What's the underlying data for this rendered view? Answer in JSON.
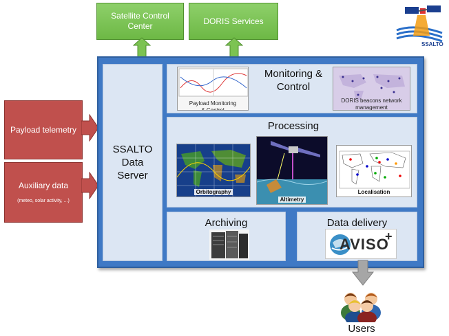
{
  "logo": {
    "text": "SSALTO"
  },
  "top_boxes": {
    "satellite_control": "Satellite Control Center",
    "doris_services": "DORIS Services"
  },
  "inputs": {
    "payload_telemetry": "Payload telemetry",
    "auxiliary_data": "Auxiliary data",
    "auxiliary_details": "(meteo, solar activity, ...)"
  },
  "data_server": {
    "label": "SSALTO Data Server"
  },
  "monitoring": {
    "title": "Monitoring & Control",
    "payload_caption": "Payload Monitoring & Control",
    "doris_caption": "DORIS beacons network management"
  },
  "processing": {
    "title": "Processing",
    "orbitography": "Orbitography",
    "altimetry": "Altimetry",
    "localisation": "Localisation"
  },
  "archiving": {
    "title": "Archiving"
  },
  "data_delivery": {
    "title": "Data delivery",
    "aviso_logo": "AVISO",
    "aviso_plus": "+"
  },
  "users": {
    "label": "Users"
  },
  "colors": {
    "frame_blue": "#3f79c5",
    "panel_blue": "#dce6f3",
    "input_red": "#c0504d",
    "service_green": "#79c150"
  }
}
